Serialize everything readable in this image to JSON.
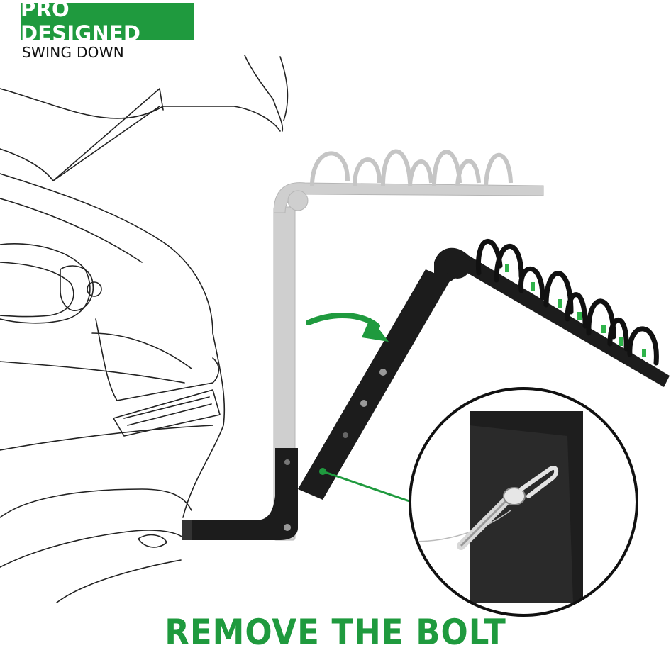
{
  "badge": {
    "label": "PRO DESIGNED",
    "color": "#1f9a3e"
  },
  "subtitle": "SWING DOWN",
  "headline": "REMOVE THE BOLT",
  "colors": {
    "accent": "#1f9a3e",
    "rack": "#1c1c1c",
    "ghost": "#c8c8c8"
  }
}
